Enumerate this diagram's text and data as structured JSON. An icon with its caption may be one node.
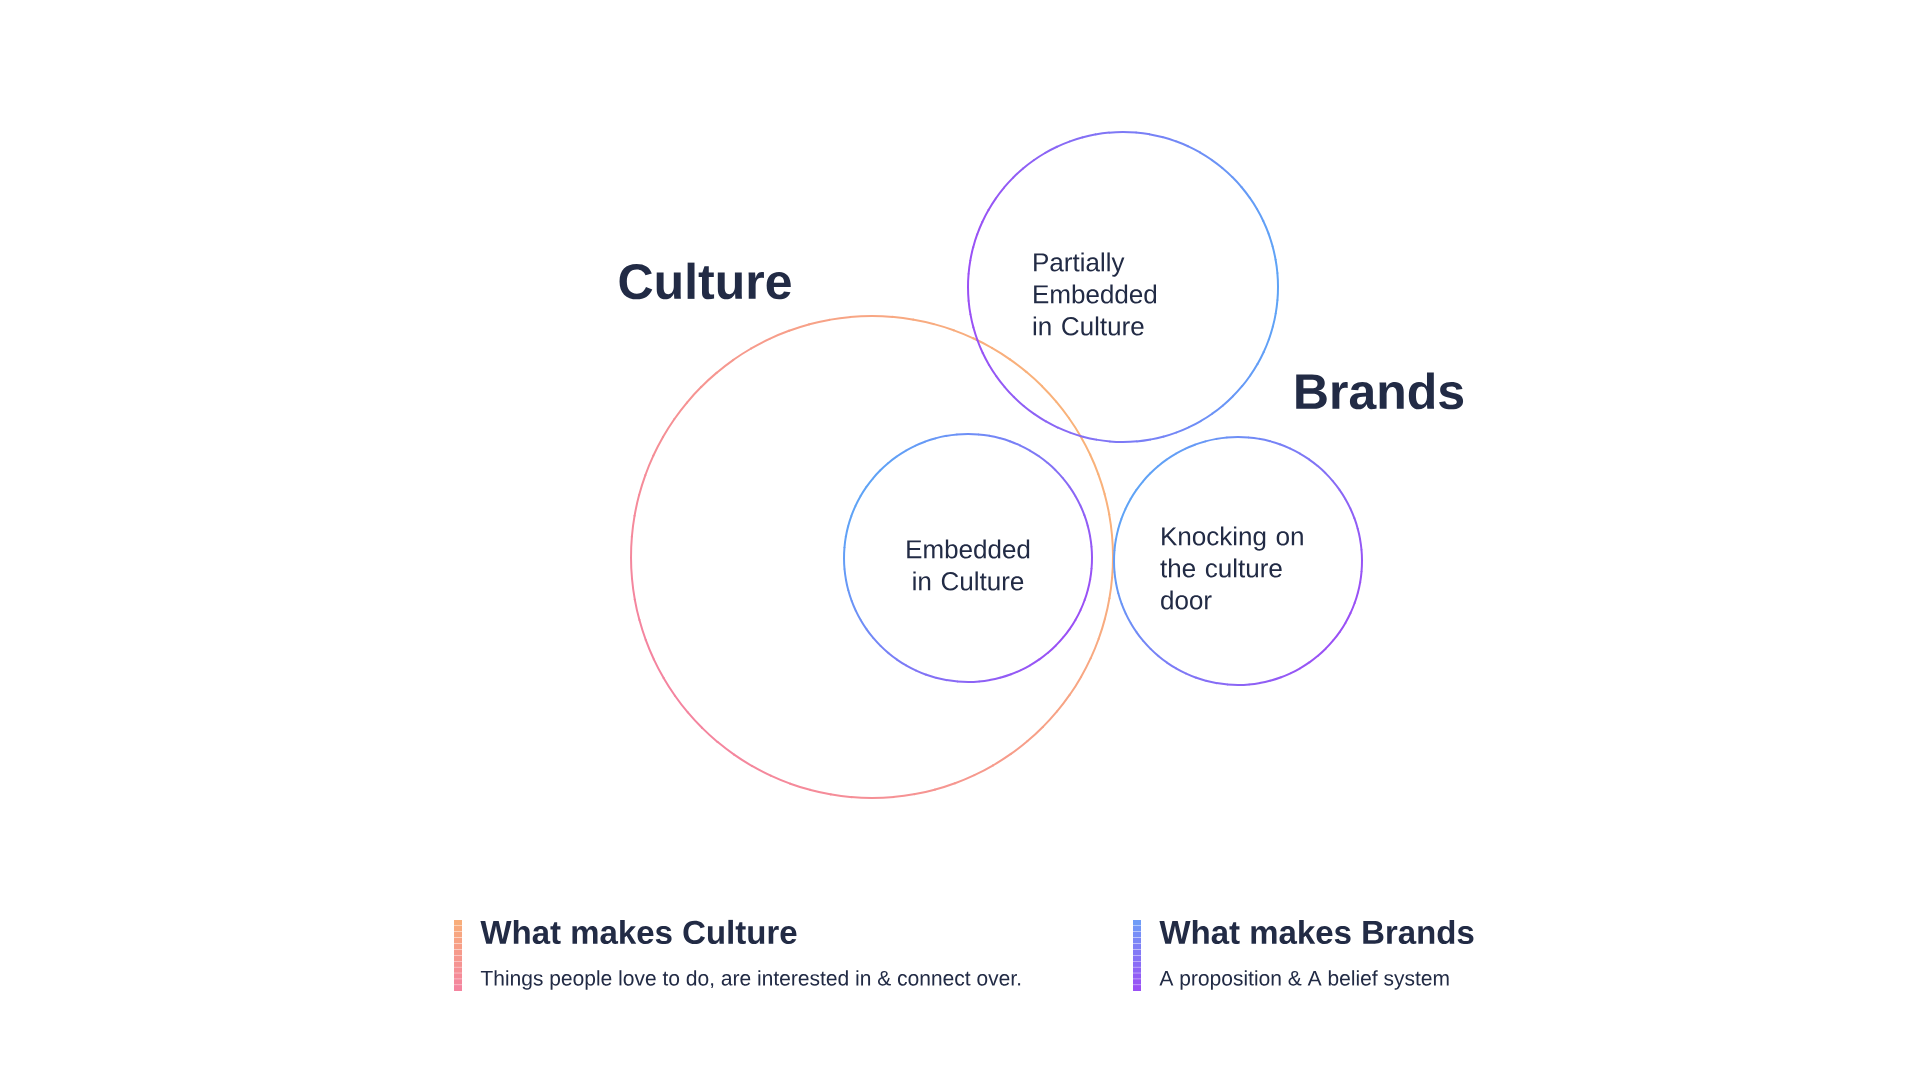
{
  "diagram": {
    "nodes": [
      {
        "text": [
          "Culture"
        ]
      },
      {
        "text": [
          "Partially Embedded in Culture"
        ]
      },
      {
        "text": [
          "Embedded in Culture"
        ],
        "in": 0
      },
      {
        "text": [
          "Knocking on the culture door"
        ]
      }
    ],
    "edges": [],
    "labels": [
      "Brands",
      "Things people love to do, are interested in & connect over.",
      "A proposition & A belief system"
    ],
    "legend": [
      {
        "text": "What makes Culture",
        "color": "#f8ad7a"
      },
      {
        "text": "What makes Brands",
        "color": "#6f9cf7"
      }
    ]
  }
}
